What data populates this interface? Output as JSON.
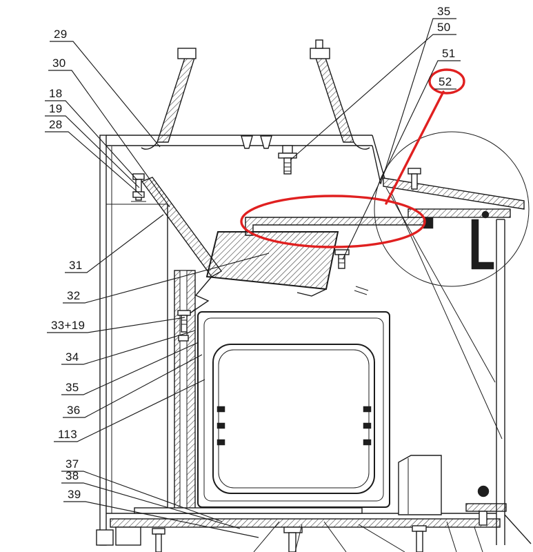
{
  "diagram": {
    "background": "#ffffff",
    "line_color": "#1b1b1b",
    "highlight_color": "#e02020",
    "left_callouts": [
      "29",
      "30",
      "18",
      "19",
      "28",
      "31",
      "32",
      "33+19",
      "34",
      "35",
      "36",
      "113",
      "37",
      "38",
      "39"
    ],
    "top_right_callouts": [
      "35",
      "50",
      "51",
      "52"
    ],
    "highlighted_callout": "52"
  }
}
